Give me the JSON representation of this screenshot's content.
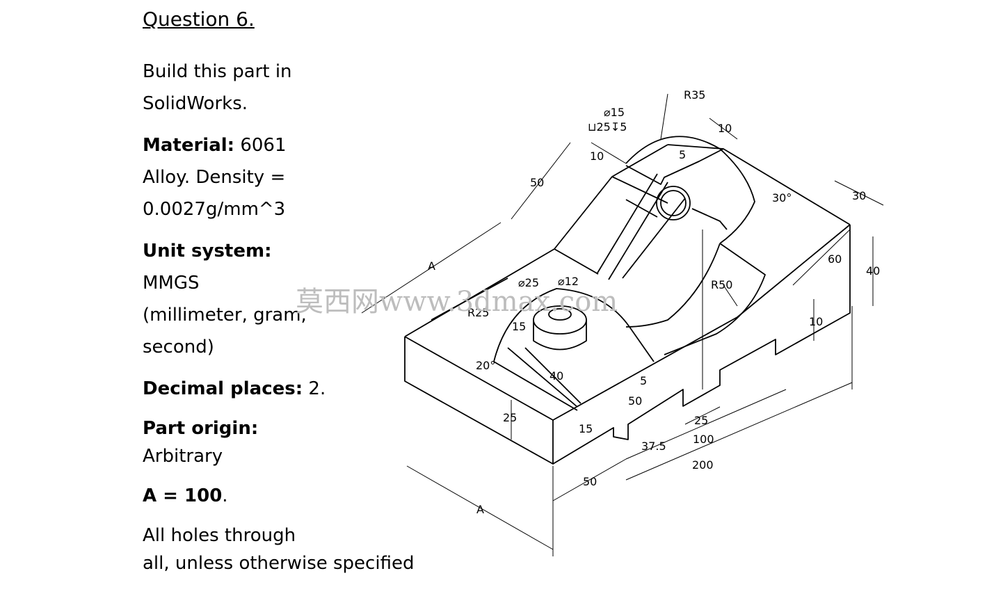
{
  "title": "Question 6.",
  "instructions": {
    "build_line1": "Build this part in",
    "build_line2": "SolidWorks.",
    "material_label": "Material:",
    "material_value1": " 6061",
    "material_value2": "Alloy.  Density =",
    "material_value3": "0.0027g/mm^3",
    "unit_label": "Unit system:",
    "unit_value1": "MMGS",
    "unit_value2": "(millimeter, gram,",
    "unit_value3": "second)",
    "decimal_label": "Decimal places:",
    "decimal_value": " 2.",
    "origin_label": "Part origin:",
    "origin_value": "Arbitrary",
    "a_label": "A = 100",
    "a_suffix": ".",
    "holes_line1": "All holes through",
    "holes_line2": "all, unless otherwise specified"
  },
  "dimensions": {
    "r35": "R35",
    "d15": "⌀15",
    "cbore": "⊔25↧5",
    "d10_top": "10",
    "d10_left": "10",
    "d5_slot": "5",
    "d50_left": "50",
    "d30_deg": "30°",
    "d30": "30",
    "d60": "60",
    "d40_right": "40",
    "a_top": "A",
    "d25_dia": "⌀25",
    "d12_dia": "⌀12",
    "r25": "R25",
    "r50": "R50",
    "d15_boss": "15",
    "d20_deg": "20°",
    "d40_mid": "40",
    "d10_right": "10",
    "d5_bottom": "5",
    "d50_mid": "50",
    "d25_left": "25",
    "d15_bottom": "15",
    "d25_slot": "25",
    "d37_5": "37.5",
    "d100": "100",
    "d200": "200",
    "d50_bottom": "50",
    "a_bottom": "A"
  },
  "watermark": "莫西网www.3dmax.com"
}
